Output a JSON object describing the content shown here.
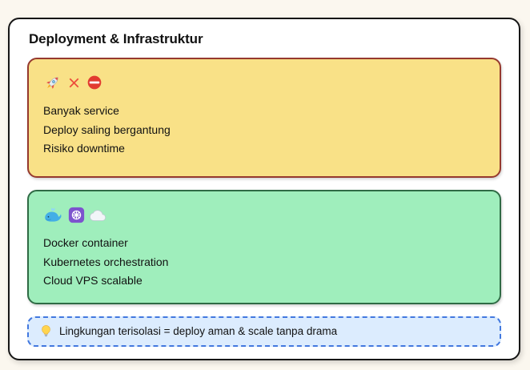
{
  "card": {
    "title": "Deployment & Infrastruktur"
  },
  "problem": {
    "icons": [
      "rocket-icon",
      "cross-mark-icon",
      "no-entry-icon"
    ],
    "lines": [
      "Banyak service",
      "Deploy saling bergantung",
      "Risiko downtime"
    ]
  },
  "solution": {
    "icons": [
      "docker-whale-icon",
      "kubernetes-icon",
      "cloud-icon"
    ],
    "lines": [
      "Docker container",
      "Kubernetes orchestration",
      "Cloud VPS scalable"
    ]
  },
  "note": {
    "icon": "light-bulb-icon",
    "text": "Lingkungan terisolasi = deploy aman & scale tanpa drama"
  },
  "colors": {
    "page_bg": "#FBF7EF",
    "card_bg": "#FFFFFF",
    "card_border": "#161616",
    "problem_bg": "#F9E187",
    "problem_border": "#96392E",
    "solution_bg": "#9FEEBC",
    "solution_border": "#2F6B45",
    "note_bg": "#DCECFE",
    "note_border": "#4278DF",
    "text": "#111111"
  }
}
